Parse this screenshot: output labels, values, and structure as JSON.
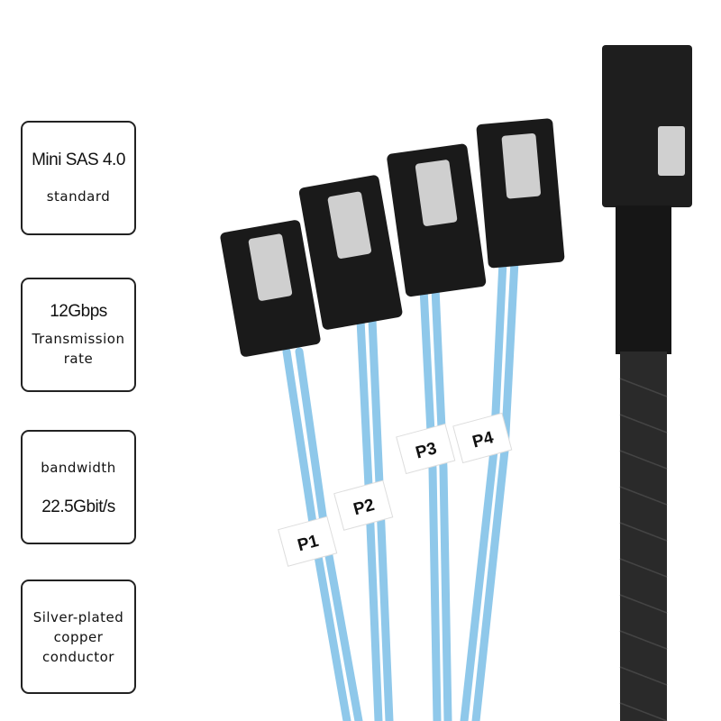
{
  "features": [
    {
      "line1": "Mini SAS 4.0",
      "line2": "standard"
    },
    {
      "line1": "12Gbps",
      "line2": "Transmission",
      "line3": "rate"
    },
    {
      "line1": "bandwidth",
      "line2": "22.5Gbit/s"
    },
    {
      "line1": "Silver-plated",
      "line2": "copper",
      "line3": "conductor"
    }
  ],
  "port_labels": [
    "P1",
    "P2",
    "P3",
    "P4"
  ],
  "colors": {
    "cable": "#8fc8ea",
    "connector": "#1a1a1a",
    "braid": "#2a2a2a"
  }
}
